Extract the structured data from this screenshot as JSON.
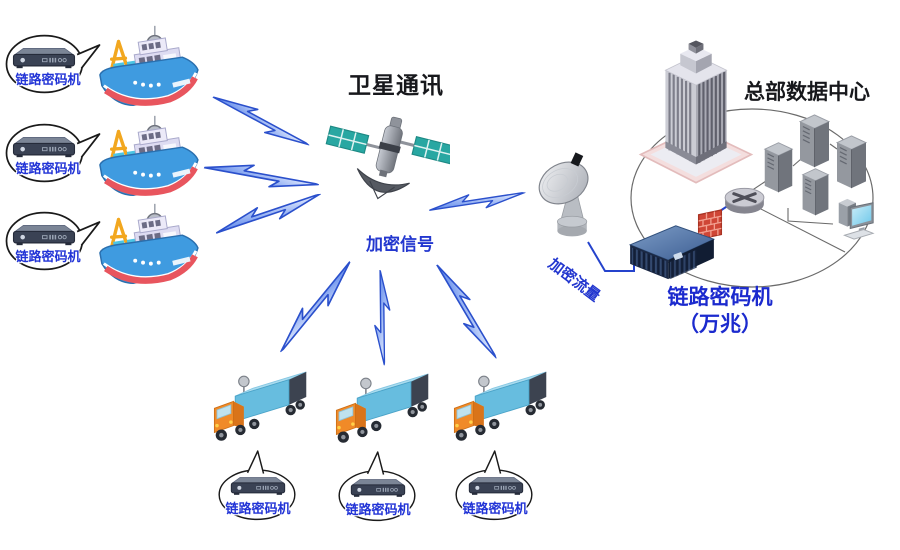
{
  "labels": {
    "satellite_title": "卫星通讯",
    "encrypted_signal": "加密信号",
    "encrypted_traffic": "加密流量",
    "hq_title": "总部数据中心",
    "cipher_10g_line1": "链路密码机",
    "cipher_10g_line2": "（万兆）"
  },
  "colors": {
    "label_blue": "#2337cf",
    "bolt_stroke": "#2b50cc",
    "connector_blue": "#2543cc",
    "network_line_gray": "#6a6a6a"
  },
  "nodes": {
    "ships": [
      {
        "label": "链路密码机"
      },
      {
        "label": "链路密码机"
      },
      {
        "label": "链路密码机"
      }
    ],
    "trucks": [
      {
        "label": "链路密码机"
      },
      {
        "label": "链路密码机"
      },
      {
        "label": "链路密码机"
      }
    ]
  }
}
